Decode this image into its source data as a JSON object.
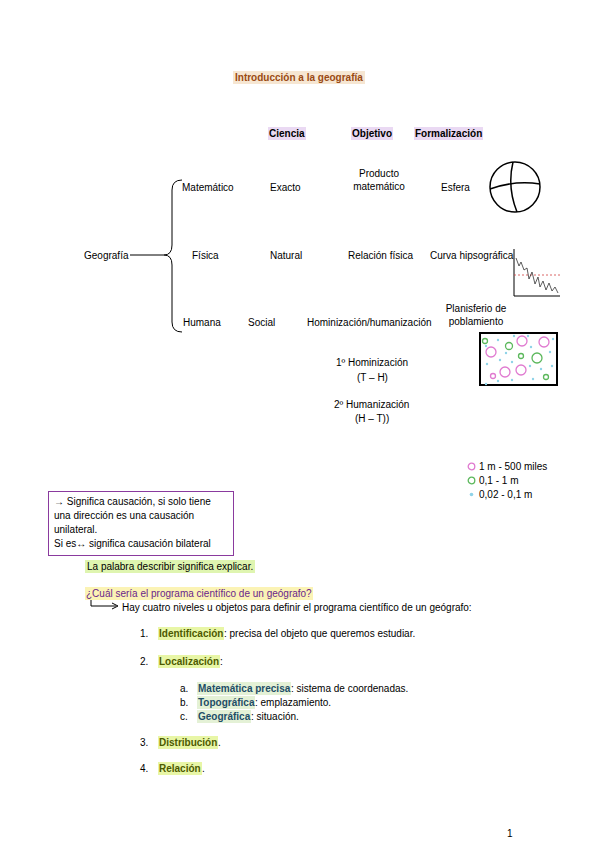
{
  "diagram": {
    "title": "Introducción a la geografía",
    "nodes": [
      {
        "text": [
          "→ Significa causación, si solo tiene una dirección es una causación unilateral.",
          "Si es↔ significa causación bilateral"
        ]
      }
    ],
    "labels": [
      "Ciencia",
      "Objetivo",
      "Formalización",
      "Geografía",
      "Matemático",
      "Exacto",
      "Producto matemático",
      "Esfera",
      "Física",
      "Natural",
      "Relación física",
      "Curva hipsográfica",
      "Humana",
      "Social",
      "Hominización/humanización",
      "Planisferio de poblamiento",
      "1º Hominización",
      "(T – H)",
      "2º Humanización",
      "(H – T))",
      "La palabra describir significa explicar.",
      "¿Cuál sería el programa científico de un geógrafo?",
      "Hay cuatro niveles u objetos para definir el programa científico de un geógrafo:",
      "1.",
      "Identificación",
      ": precisa del objeto que queremos estudiar.",
      "2.",
      "Localización",
      ":",
      "a.",
      "Matemática precisa",
      ": sistema de coordenadas.",
      "b.",
      "Topográfica",
      ": emplazamiento.",
      "c.",
      "Geográfica",
      ": situación.",
      "3.",
      "Distribución",
      ".",
      "4.",
      "Relación",
      ".",
      "1"
    ],
    "legend": [
      {
        "text": "1 m - 500 miles",
        "color": "#e07ad0"
      },
      {
        "text": "0,1 - 1 m",
        "color": "#5cb85c"
      },
      {
        "text": "0,02 - 0,1 m",
        "color": "#8fd3e8"
      }
    ]
  }
}
